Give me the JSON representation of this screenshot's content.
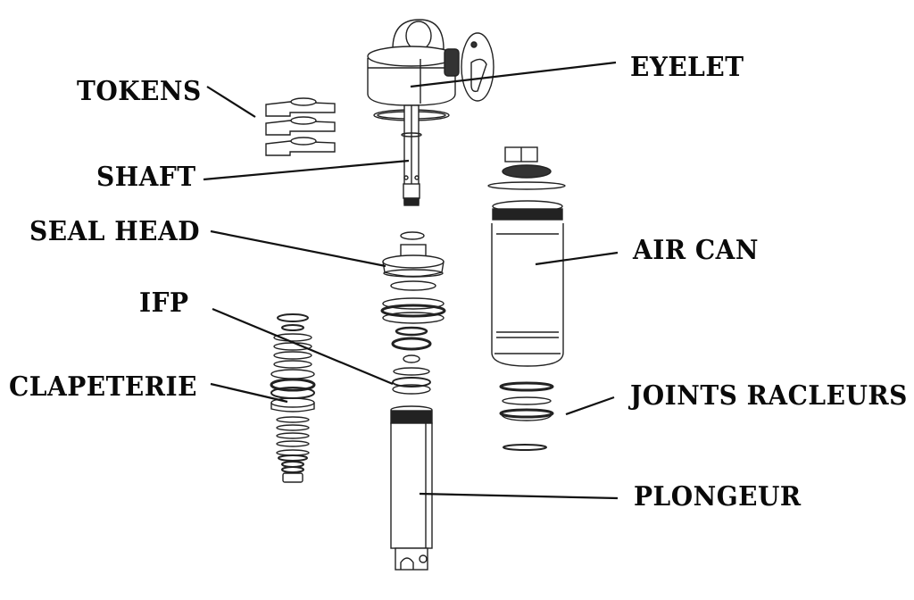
{
  "diagram": {
    "subject": "Rear shock absorber exploded view",
    "labels": {
      "eyelet": "EYELET",
      "tokens": "TOKENS",
      "shaft": "SHAFT",
      "seal_head": "SEAL HEAD",
      "air_can": "AIR CAN",
      "ifp": "IFP",
      "clapeterie": "CLAPETERIE",
      "joints_racleurs": "JOINTS RACLEURS",
      "plongeur": "PLONGEUR"
    },
    "colors": {
      "line": "#111111",
      "background": "#ffffff",
      "dark_fill": "#222222"
    }
  }
}
